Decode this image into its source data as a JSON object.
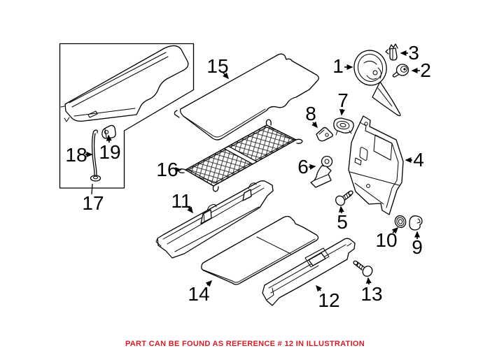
{
  "figure": {
    "type": "exploded-parts-diagram",
    "background": "#ffffff",
    "line_color": "#000000"
  },
  "callouts": {
    "c1": {
      "label": "1"
    },
    "c2": {
      "label": "2"
    },
    "c3": {
      "label": "3"
    },
    "c4": {
      "label": "4"
    },
    "c5": {
      "label": "5"
    },
    "c6": {
      "label": "6"
    },
    "c7": {
      "label": "7"
    },
    "c8": {
      "label": "8"
    },
    "c9": {
      "label": "9"
    },
    "c10": {
      "label": "10"
    },
    "c11": {
      "label": "11"
    },
    "c12": {
      "label": "12"
    },
    "c13": {
      "label": "13"
    },
    "c14": {
      "label": "14"
    },
    "c15": {
      "label": "15"
    },
    "c16": {
      "label": "16"
    },
    "c17": {
      "label": "17"
    },
    "c18": {
      "label": "18"
    },
    "c19": {
      "label": "19"
    }
  },
  "caption": {
    "text": "PART CAN BE FOUND AS REFERENCE # 12 IN ILLUSTRATION",
    "color": "#cc1f28"
  }
}
